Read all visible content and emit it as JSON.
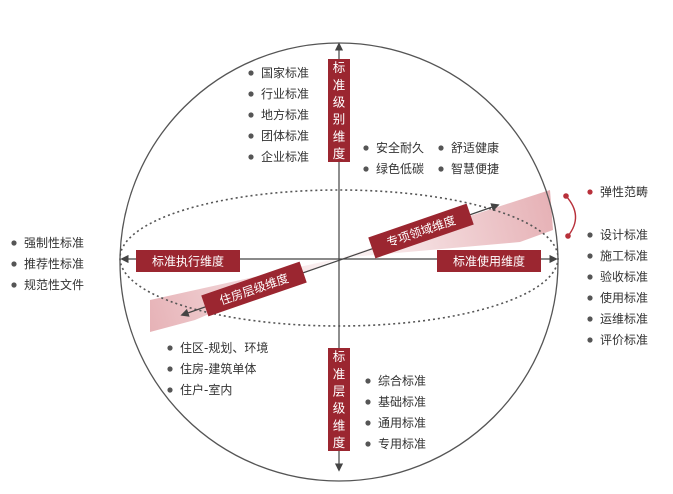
{
  "colors": {
    "accent": "#9b2630",
    "line": "#444444",
    "bullet": "#555555",
    "bullet_red": "#b8303a",
    "wedge": "#c7505a"
  },
  "axes": {
    "top": "标准级别维度",
    "bottom": "标准层级维度",
    "left": "标准执行维度",
    "right": "标准使用维度",
    "diag_up": "专项领域维度",
    "diag_down": "住房层级维度"
  },
  "groups": {
    "level": [
      "国家标准",
      "行业标准",
      "地方标准",
      "团体标准",
      "企业标准"
    ],
    "domain": [
      "安全耐久",
      "舒适健康",
      "绿色低碳",
      "智慧便捷"
    ],
    "execution": [
      "强制性标准",
      "推荐性标准",
      "规范性文件"
    ],
    "flex": [
      "弹性范畴"
    ],
    "usage": [
      "设计标准",
      "施工标准",
      "验收标准",
      "使用标准",
      "运维标准",
      "评价标准"
    ],
    "housing": [
      "住区-规划、环境",
      "住房-建筑单体",
      "住户-室内"
    ],
    "hierarchy": [
      "综合标准",
      "基础标准",
      "通用标准",
      "专用标准"
    ]
  }
}
